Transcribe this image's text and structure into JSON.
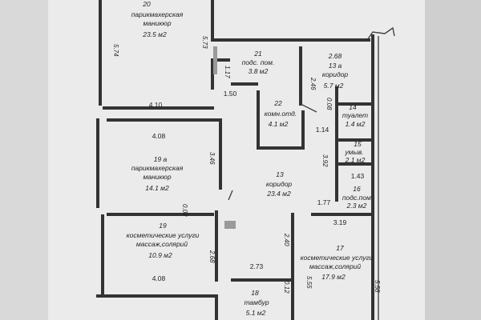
{
  "rooms": [
    {
      "num": "20",
      "name": "парикмахерская",
      "name2": "маникюр",
      "area": "23.5 м2"
    },
    {
      "num": "21",
      "name": "подс. пом.",
      "name2": "",
      "area": "3.8 м2"
    },
    {
      "num": "2.68",
      "name": "13 а",
      "name2": "коридор",
      "area": "5.7 м2"
    },
    {
      "num": "22",
      "name": "комн.отд.",
      "name2": "",
      "area": "4.1 м2"
    },
    {
      "num": "14",
      "name": "туалет",
      "name2": "",
      "area": "1.4 м2"
    },
    {
      "num": "15",
      "name": "умыв.",
      "name2": "",
      "area": "2.1 м2"
    },
    {
      "num": "16",
      "name": "подс.пом.",
      "name2": "",
      "area": "2.3 м2"
    },
    {
      "num": "19 а",
      "name": "парикмахерская",
      "name2": "маникюр",
      "area": "14.1 м2"
    },
    {
      "num": "13",
      "name": "коридор",
      "name2": "",
      "area": "23.4 м2"
    },
    {
      "num": "19",
      "name": "косметические услуги",
      "name2": "массаж,солярий",
      "area": "10.9 м2"
    },
    {
      "num": "17",
      "name": "косметические услуги",
      "name2": "массаж,солярий",
      "area": "17.9 м2"
    },
    {
      "num": "18",
      "name": "тамбур",
      "name2": "",
      "area": "5.1 м2"
    }
  ],
  "dims": {
    "d574": "5.74",
    "d573": "5.73",
    "d117": "1.17",
    "d150": "1.50",
    "d246": "2.46",
    "d008a": "0.08",
    "d410": "4.10",
    "d408a": "4.08",
    "d346": "3.46",
    "d114": "1.14",
    "d392": "3.92",
    "d143": "1.43",
    "d008b": "0.08",
    "d177": "1.77",
    "d319": "3.19",
    "d240": "2.40",
    "d268": "2.68",
    "d273": "2.73",
    "d408b": "4.08",
    "d012": "0.12",
    "d555": "5.55",
    "d558": "5.58"
  }
}
